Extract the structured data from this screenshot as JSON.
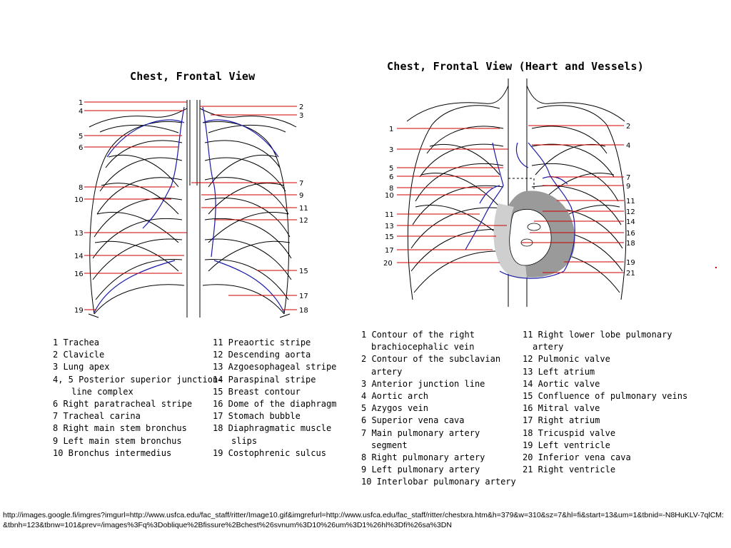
{
  "left_panel": {
    "title": "Chest, Frontal View",
    "callouts_left": [
      "1",
      "4",
      "5",
      "6",
      "8",
      "10",
      "13",
      "14",
      "16",
      "19"
    ],
    "callouts_right": [
      "2",
      "3",
      "7",
      "9",
      "11",
      "12",
      "15",
      "17",
      "18"
    ],
    "legend_col1": [
      [
        "1 Trachea"
      ],
      [
        "2 Clavicle"
      ],
      [
        "3 Lung apex"
      ],
      [
        "4, 5 Posterior superior junction-",
        "line complex"
      ],
      [
        "6 Right paratracheal stripe"
      ],
      [
        "7 Tracheal carina"
      ],
      [
        "8 Right main stem bronchus"
      ],
      [
        "9 Left main stem bronchus"
      ],
      [
        "10 Bronchus intermedius"
      ]
    ],
    "legend_col2": [
      [
        "11 Preaortic stripe"
      ],
      [
        "12 Descending aorta"
      ],
      [
        "13 Azgoesophageal stripe"
      ],
      [
        "14 Paraspinal stripe"
      ],
      [
        "15 Breast contour"
      ],
      [
        "16 Dome of the diaphragm"
      ],
      [
        "17 Stomach bubble"
      ],
      [
        "18 Diaphragmatic muscle",
        "slips"
      ],
      [
        "19 Costophrenic sulcus"
      ]
    ]
  },
  "right_panel": {
    "title": "Chest, Frontal View (Heart and Vessels)",
    "callouts_left": [
      "1",
      "3",
      "5",
      "6",
      "8",
      "10",
      "11",
      "13",
      "15",
      "17",
      "20"
    ],
    "callouts_right": [
      "2",
      "4",
      "7",
      "9",
      "11",
      "12",
      "14",
      "16",
      "18",
      "19",
      "21"
    ],
    "legend_col1": [
      [
        "1 Contour of the right",
        "brachiocephalic vein"
      ],
      [
        "2 Contour of the subclavian",
        "artery"
      ],
      [
        "3 Anterior junction line"
      ],
      [
        "4 Aortic arch"
      ],
      [
        "5 Azygos vein"
      ],
      [
        "6 Superior vena cava"
      ],
      [
        "7 Main pulmonary artery",
        "segment"
      ],
      [
        "8 Right pulmonary artery"
      ],
      [
        "9 Left pulmonary artery"
      ],
      [
        "10 Interlobar pulmonary artery"
      ]
    ],
    "legend_col2": [
      [
        "11 Right lower lobe pulmonary",
        "artery"
      ],
      [
        "12 Pulmonic valve"
      ],
      [
        "13 Left atrium"
      ],
      [
        "14 Aortic valve"
      ],
      [
        "15 Confluence of pulmonary veins"
      ],
      [
        "16 Mitral valve"
      ],
      [
        "17 Right atrium"
      ],
      [
        "18 Tricuspid valve"
      ],
      [
        "19 Left ventricle"
      ],
      [
        "20 Inferior vena cava"
      ],
      [
        "21 Right ventricle"
      ]
    ]
  },
  "source_url": "http://images.google.fi/imgres?imgurl=http://www.usfca.edu/fac_staff/ritter/Image10.gif&imgrefurl=http://www.usfca.edu/fac_staff/ritter/chestxra.htm&h=379&w=310&sz=7&hl=fi&start=13&um=1&tbnid=-N8HuKLV-7qlCM:&tbnh=123&tbnw=101&prev=/images%3Fq%3Doblique%2Bfissure%2Bchest%26svnum%3D10%26um%3D1%26hl%3Dfi%26sa%3DN",
  "colors": {
    "callout_line": "#cc0000",
    "vessel": "#1a1aa8",
    "outline": "#000000",
    "heart_shade": "#9a9a9a"
  }
}
